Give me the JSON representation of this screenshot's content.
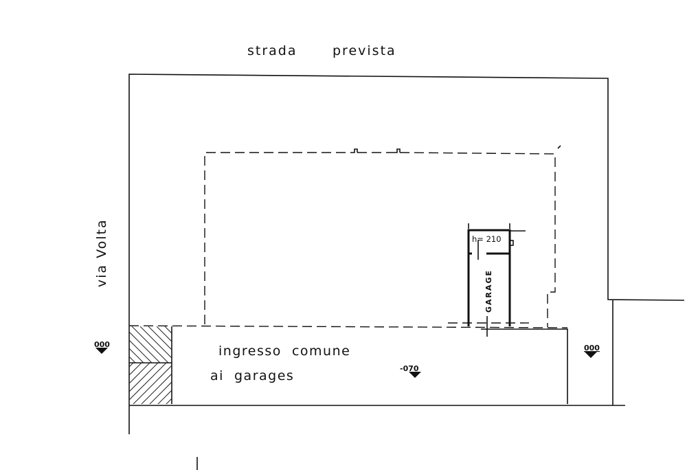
{
  "drawing": {
    "street_top": {
      "word1": "strada",
      "word2": "prevista"
    },
    "street_left": "via Volta",
    "entrance_label": {
      "line1": "ingresso  comune",
      "line2": "ai  garages"
    },
    "garage": {
      "label": "GARAGE",
      "height_note": "h= 210"
    },
    "elevations": {
      "left": "000",
      "right": "000",
      "entrance": "-070"
    }
  }
}
